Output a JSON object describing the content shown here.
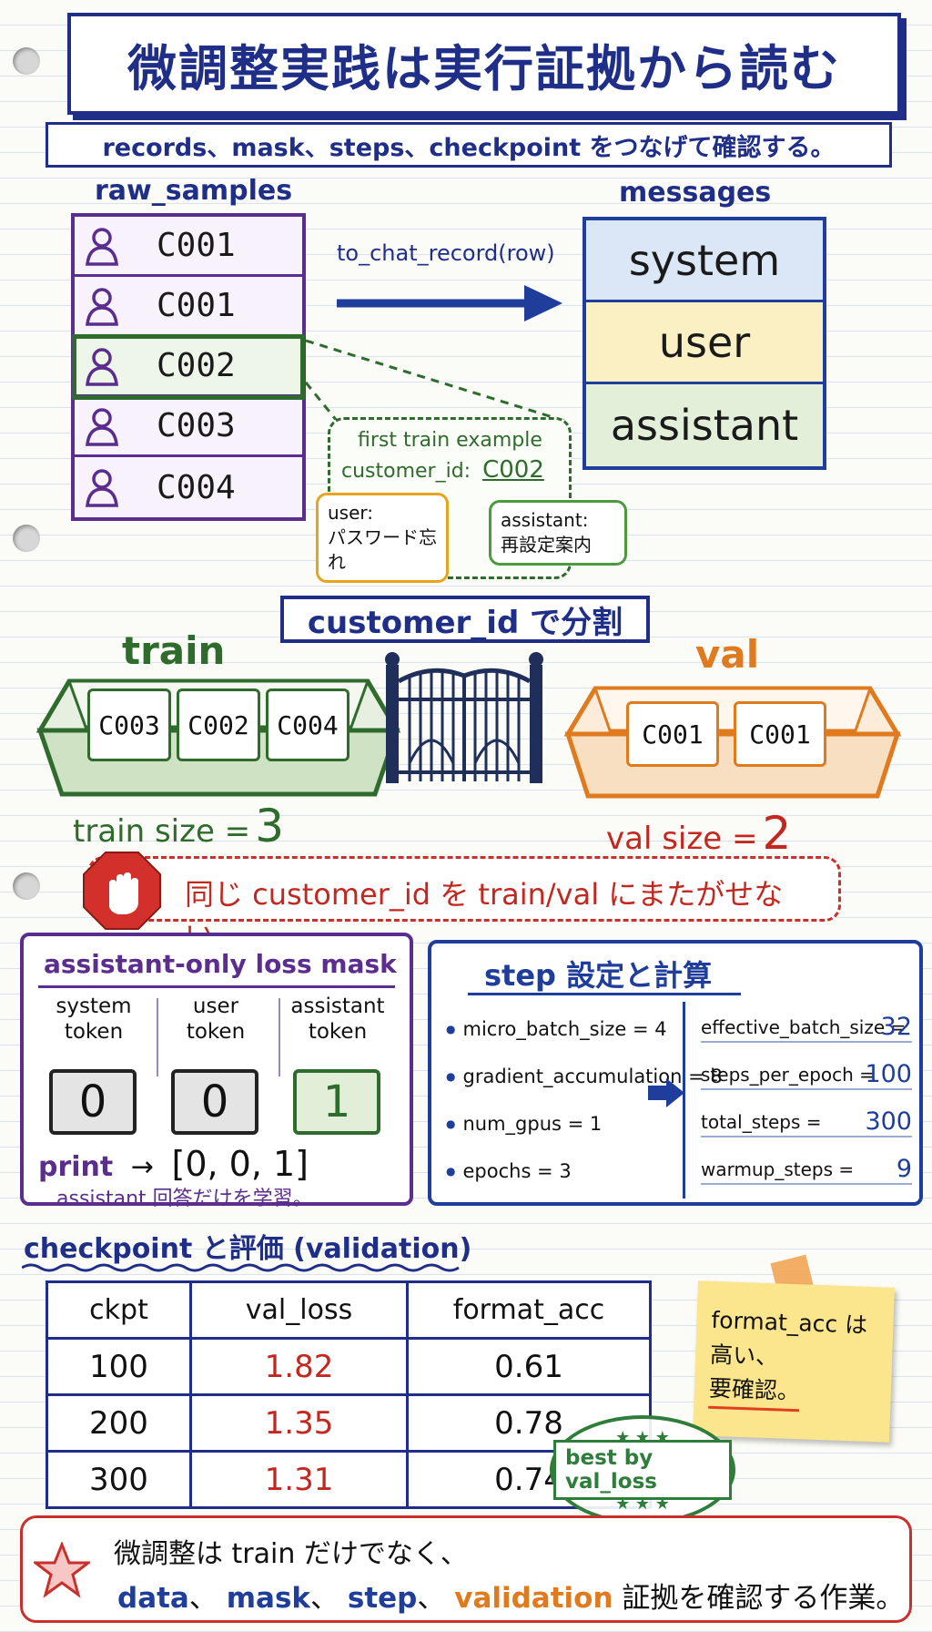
{
  "title": "微調整実践は実行証拠から読む",
  "subtitle": "records、mask、steps、checkpoint をつなげて確認する。",
  "records": {
    "raw_label": "raw_samples",
    "messages_label": "messages",
    "rows": [
      "C001",
      "C001",
      "C002",
      "C003",
      "C004"
    ],
    "highlighted_row": 2,
    "arrow_label": "to_chat_record(row)",
    "messages": [
      "system",
      "user",
      "assistant"
    ],
    "message_colors": [
      "#dbe7f6",
      "#fbefc4",
      "#e3efd9"
    ],
    "callout": {
      "line1": "first train example",
      "line2_prefix": "customer_id:",
      "line2_id": "C002",
      "user_bubble_1": "user:",
      "user_bubble_2": "パスワード忘れ",
      "assistant_bubble_1": "assistant:",
      "assistant_bubble_2": "再設定案内"
    }
  },
  "split": {
    "label": "customer_id で分割",
    "train_title": "train",
    "val_title": "val",
    "train_cards": [
      "C003",
      "C002",
      "C004"
    ],
    "val_cards": [
      "C001",
      "C001"
    ],
    "train_size_label": "train size =",
    "train_size": "3",
    "val_size_label": "val size =",
    "val_size": "2",
    "warning": "同じ customer_id を train/val にまたがせない。"
  },
  "mask": {
    "title": "assistant-only loss mask",
    "tokens": [
      {
        "name1": "system",
        "name2": "token",
        "value": "0"
      },
      {
        "name1": "user",
        "name2": "token",
        "value": "0"
      },
      {
        "name1": "assistant",
        "name2": "token",
        "value": "1"
      }
    ],
    "print_label": "print",
    "print_arrow": "→",
    "print_value": "[0, 0, 1]",
    "note": "assistant 回答だけを学習。"
  },
  "steps": {
    "title": "step 設定と計算",
    "inputs": [
      "micro_batch_size = 4",
      "gradient_accumulation = 8",
      "num_gpus = 1",
      "epochs = 3"
    ],
    "outputs": [
      {
        "label": "effective_batch_size =",
        "value": "32"
      },
      {
        "label": "steps_per_epoch =",
        "value": "100"
      },
      {
        "label": "total_steps =",
        "value": "300"
      },
      {
        "label": "warmup_steps =",
        "value": "9"
      }
    ]
  },
  "checkpoint": {
    "title": "checkpoint と評価 (validation)",
    "columns": [
      "ckpt",
      "val_loss",
      "format_acc"
    ],
    "rows": [
      [
        "100",
        "1.82",
        "0.61"
      ],
      [
        "200",
        "1.35",
        "0.78"
      ],
      [
        "300",
        "1.31",
        "0.74"
      ]
    ],
    "stamp": "best by val_loss",
    "stamp_stars": "★ ★ ★",
    "sticky_line1": "format_acc は",
    "sticky_line2": "高い、",
    "sticky_line3": "要確認。"
  },
  "summary": {
    "line1": "微調整は train だけでなく、",
    "data": "data",
    "sep1": "、",
    "mask": "mask",
    "sep2": "、",
    "step": "step",
    "sep3": "、",
    "validation": "validation",
    "tail": "証拠を確認する作業。"
  },
  "colors": {
    "navy": "#1f2f88",
    "purple": "#5b2d8e",
    "green": "#2f6b2d",
    "orange": "#e07a1f",
    "red": "#c2281f"
  }
}
